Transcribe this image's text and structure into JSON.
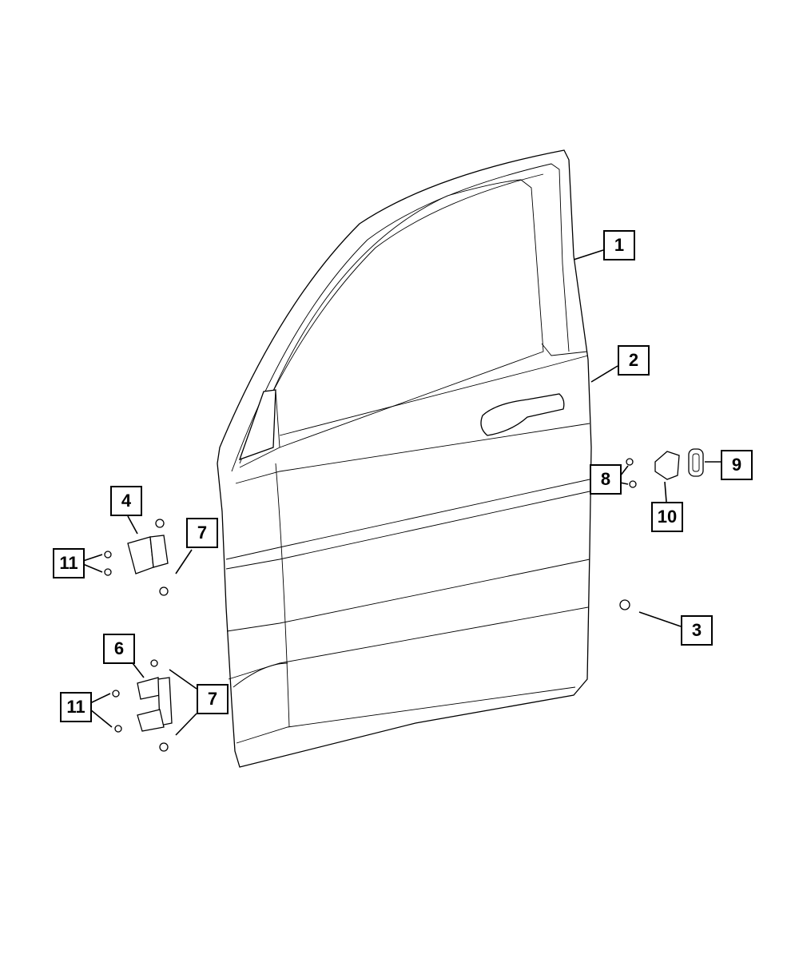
{
  "diagram": {
    "title": "Front Door Shell, Hinges and Related Parts",
    "callouts": [
      {
        "id": "c1",
        "label": "1"
      },
      {
        "id": "c2",
        "label": "2"
      },
      {
        "id": "c3",
        "label": "3"
      },
      {
        "id": "c4",
        "label": "4"
      },
      {
        "id": "c6",
        "label": "6"
      },
      {
        "id": "c7a",
        "label": "7"
      },
      {
        "id": "c7b",
        "label": "7"
      },
      {
        "id": "c8",
        "label": "8"
      },
      {
        "id": "c9",
        "label": "9"
      },
      {
        "id": "c10",
        "label": "10"
      },
      {
        "id": "c11a",
        "label": "11"
      },
      {
        "id": "c11b",
        "label": "11"
      }
    ]
  }
}
